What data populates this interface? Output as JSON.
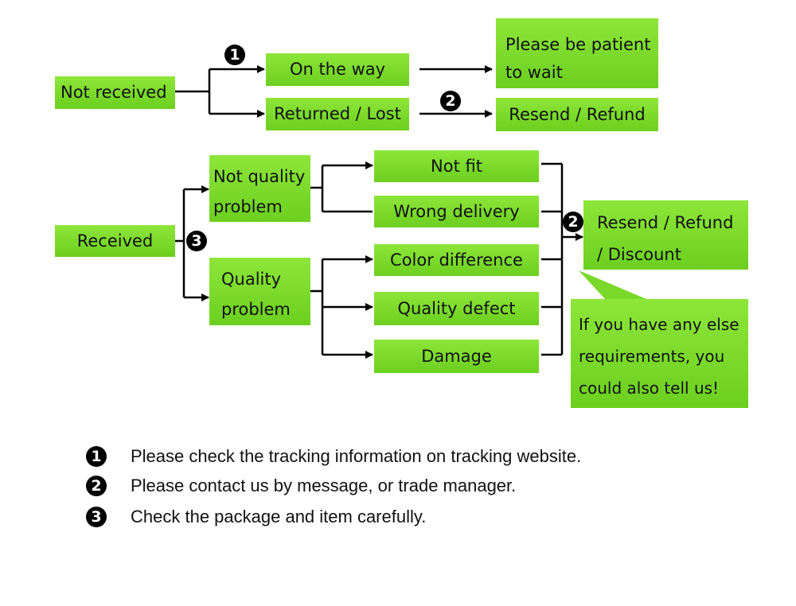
{
  "nodes": {
    "not_received": "Not received",
    "on_the_way": "On the way",
    "returned_lost": "Returned / Lost",
    "be_patient": [
      "Please be patient",
      "to wait"
    ],
    "resend_refund_top": "Resend / Refund",
    "received": "Received",
    "not_quality_problem": [
      "Not quality",
      "problem"
    ],
    "quality_problem": [
      "Quality",
      "problem"
    ],
    "not_fit": "Not fit",
    "wrong_delivery": "Wrong delivery",
    "color_difference": "Color difference",
    "quality_defect": "Quality defect",
    "damage": "Damage",
    "resend_refund_discount": [
      "Resend / Refund",
      "/ Discount"
    ],
    "callout": [
      "If you have any else",
      "requirements, you",
      "could also tell us!"
    ]
  },
  "markers": {
    "one": "1",
    "two": "2",
    "three": "3"
  },
  "legend": [
    {
      "marker": "1",
      "text": "Please check the tracking information on tracking website."
    },
    {
      "marker": "2",
      "text": "Please contact us by message, or trade manager."
    },
    {
      "marker": "3",
      "text": "Check the package and item carefully."
    }
  ],
  "colors": {
    "box_green": "#7ad82a",
    "line": "#000000",
    "text": "#111111"
  }
}
